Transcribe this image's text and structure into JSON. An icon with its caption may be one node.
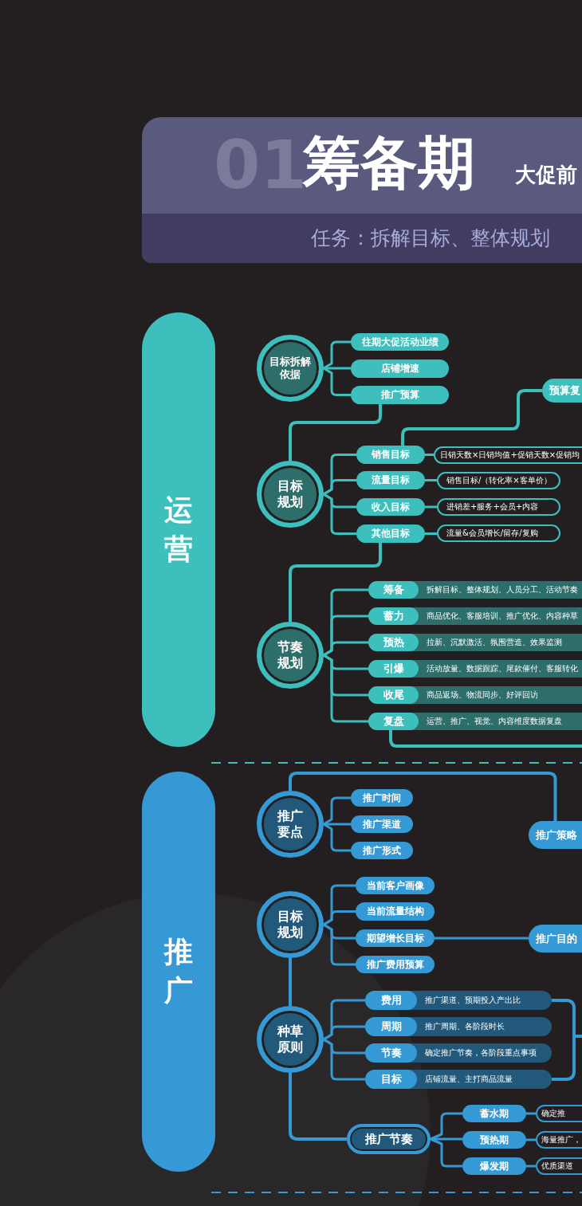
{
  "diagram": {
    "nodes": [
      {
        "text": [
          "01",
          "筹备期",
          "大促前"
        ]
      },
      {
        "text": [
          "任务：拆解目标、整体规划"
        ],
        "in": 0
      },
      {
        "text": [
          "运营"
        ]
      },
      {
        "text": [
          "目标拆解依据"
        ]
      },
      {
        "text": [
          "往期大促活动业绩"
        ]
      },
      {
        "text": [
          "店铺增速"
        ]
      },
      {
        "text": [
          "推广预算"
        ]
      },
      {
        "text": [
          "目标规划"
        ]
      },
      {
        "text": [
          "销售目标"
        ]
      },
      {
        "text": [
          "日销天数×日销均值+促销天数×促销均"
        ]
      },
      {
        "text": [
          "流量目标"
        ]
      },
      {
        "text": [
          "销售目标/（转化率×客单价）"
        ]
      },
      {
        "text": [
          "收入目标"
        ]
      },
      {
        "text": [
          "进销差+服务+会员+内容"
        ]
      },
      {
        "text": [
          "其他目标"
        ]
      },
      {
        "text": [
          "流量&会员增长/留存/复购"
        ]
      },
      {
        "text": [
          "预算复"
        ]
      },
      {
        "text": [
          "节奏规划"
        ]
      },
      {
        "text": [
          "筹备",
          "拆解目标、整体规划、人员分工、活动节奏"
        ]
      },
      {
        "text": [
          "蓄力",
          "商品优化、客服培训、推广优化、内容种草"
        ]
      },
      {
        "text": [
          "预热",
          "拉新、沉默激活、氛围营造、效果监测"
        ]
      },
      {
        "text": [
          "引爆",
          "活动放量、数据跟踪、尾款催付、客服转化"
        ]
      },
      {
        "text": [
          "收尾",
          "商品返场、物流同步、好评回访"
        ]
      },
      {
        "text": [
          "复盘",
          "运营、推广、视觉、内容维度数据复盘"
        ]
      },
      {
        "text": [
          "推广"
        ]
      },
      {
        "text": [
          "推广要点"
        ]
      },
      {
        "text": [
          "推广时间"
        ]
      },
      {
        "text": [
          "推广渠道"
        ]
      },
      {
        "text": [
          "推广形式"
        ]
      },
      {
        "text": [
          "推广策略"
        ]
      },
      {
        "text": [
          "目标规划"
        ]
      },
      {
        "text": [
          "当前客户画像"
        ]
      },
      {
        "text": [
          "当前流量结构"
        ]
      },
      {
        "text": [
          "期望增长目标"
        ]
      },
      {
        "text": [
          "推广费用预算"
        ]
      },
      {
        "text": [
          "推广目的"
        ]
      },
      {
        "text": [
          "种草原则"
        ]
      },
      {
        "text": [
          "费用",
          "推广渠道、预期投入产出比"
        ]
      },
      {
        "text": [
          "周期",
          "推广周期、各阶段时长"
        ]
      },
      {
        "text": [
          "节奏",
          "确定推广节奏，各阶段重点事项"
        ]
      },
      {
        "text": [
          "目标",
          "店铺流量、主打商品流量"
        ]
      },
      {
        "text": [
          "推广节奏"
        ]
      },
      {
        "text": [
          "蓄水期"
        ]
      },
      {
        "text": [
          "预热期"
        ]
      },
      {
        "text": [
          "爆发期"
        ]
      },
      {
        "text": [
          "确定推"
        ]
      },
      {
        "text": [
          "海量推广，"
        ]
      },
      {
        "text": [
          "优质渠道"
        ]
      }
    ],
    "edges": [
      {
        "from": 3,
        "to": 4,
        "arrow": "none",
        "color": "#3dbfbd"
      },
      {
        "from": 3,
        "to": 5,
        "arrow": "none",
        "color": "#3dbfbd"
      },
      {
        "from": 3,
        "to": 6,
        "arrow": "none",
        "color": "#3dbfbd"
      },
      {
        "from": 6,
        "to": 7,
        "arrow": "none",
        "color": "#3dbfbd"
      },
      {
        "from": 7,
        "to": 8,
        "arrow": "none",
        "color": "#3dbfbd"
      },
      {
        "from": 7,
        "to": 10,
        "arrow": "none",
        "color": "#3dbfbd"
      },
      {
        "from": 7,
        "to": 12,
        "arrow": "none",
        "color": "#3dbfbd"
      },
      {
        "from": 7,
        "to": 14,
        "arrow": "none",
        "color": "#3dbfbd"
      },
      {
        "from": 8,
        "to": 9,
        "arrow": "none",
        "color": "#3dbfbd"
      },
      {
        "from": 10,
        "to": 11,
        "arrow": "none",
        "color": "#3dbfbd"
      },
      {
        "from": 12,
        "to": 13,
        "arrow": "none",
        "color": "#3dbfbd"
      },
      {
        "from": 14,
        "to": 15,
        "arrow": "none",
        "color": "#3dbfbd"
      },
      {
        "from": 8,
        "to": 16,
        "arrow": "none",
        "color": "#3dbfbd"
      },
      {
        "from": 14,
        "to": 17,
        "arrow": "none",
        "color": "#3dbfbd"
      },
      {
        "from": 17,
        "to": 18,
        "arrow": "none",
        "color": "#3dbfbd"
      },
      {
        "from": 17,
        "to": 19,
        "arrow": "none",
        "color": "#3dbfbd"
      },
      {
        "from": 17,
        "to": 20,
        "arrow": "none",
        "color": "#3dbfbd"
      },
      {
        "from": 17,
        "to": 21,
        "arrow": "none",
        "color": "#3dbfbd"
      },
      {
        "from": 17,
        "to": 22,
        "arrow": "none",
        "color": "#3dbfbd"
      },
      {
        "from": 17,
        "to": 23,
        "arrow": "none",
        "color": "#3dbfbd"
      },
      {
        "from": 23,
        "to": null,
        "arrow": "none",
        "color": "#3dbfbd"
      },
      {
        "from": 25,
        "to": 26,
        "arrow": "none"
      },
      {
        "from": 25,
        "to": 27,
        "arrow": "none"
      },
      {
        "from": 25,
        "to": 28,
        "arrow": "none"
      },
      {
        "from": 25,
        "to": 29,
        "arrow": "none"
      },
      {
        "from": 30,
        "to": 31,
        "arrow": "none"
      },
      {
        "from": 30,
        "to": 32,
        "arrow": "none"
      },
      {
        "from": 30,
        "to": 33,
        "arrow": "none"
      },
      {
        "from": 30,
        "to": 34,
        "arrow": "none"
      },
      {
        "from": 33,
        "to": 35,
        "arrow": "none"
      },
      {
        "from": 30,
        "to": 36,
        "arrow": "none"
      },
      {
        "from": 36,
        "to": 37,
        "arrow": "none"
      },
      {
        "from": 36,
        "to": 38,
        "arrow": "none"
      },
      {
        "from": 36,
        "to": 39,
        "arrow": "none"
      },
      {
        "from": 36,
        "to": 40,
        "arrow": "none"
      },
      {
        "from": 37,
        "to": null,
        "arrow": "none"
      },
      {
        "from": 40,
        "to": null,
        "arrow": "none"
      },
      {
        "from": 36,
        "to": 41,
        "arrow": "none"
      },
      {
        "from": 41,
        "to": 42,
        "arrow": "none"
      },
      {
        "from": 41,
        "to": 43,
        "arrow": "none"
      },
      {
        "from": 41,
        "to": 44,
        "arrow": "none"
      },
      {
        "from": 42,
        "to": 45,
        "arrow": "none"
      },
      {
        "from": 43,
        "to": 46,
        "arrow": "none"
      },
      {
        "from": 44,
        "to": 47,
        "arrow": "none"
      }
    ]
  }
}
